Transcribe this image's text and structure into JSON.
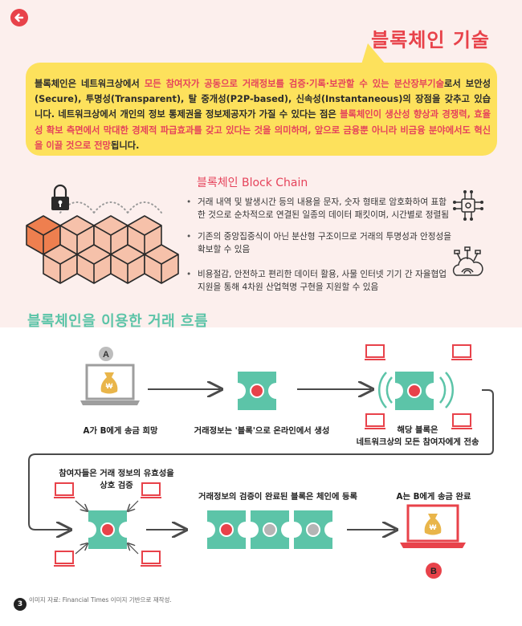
{
  "header": {
    "title": "블록체인 기술"
  },
  "intro": {
    "p1": "블록체인은 네트워크상에서 ",
    "h1": "모든 참여자가 공동으로 거래정보를 검증·기록·보관할 수 있는 분산장부기술",
    "p2": "로서 보안성(Secure), 투명성(Transparent), 탈 중개성(P2P-based), 신속성(Instantaneous)의 장점을 갖추고 있습니다. 네트워크상에서 개인의 정보 통제권을 정보제공자가 가질 수 있다는 점은 ",
    "h2": "블록체인이 생산성 향상과 경쟁력, 효율성 확보 측면에서 막대한 경제적 파급효과를 갖고 있다는 것을 의미하며, 앞으로 금융뿐 아니라 비금융 분야에서도 혁신을 이끌 것으로 전망",
    "p3": "됩니다."
  },
  "block_chain": {
    "title": "블록체인 Block Chain",
    "bullets": [
      "거래 내역 및 발생시간 등의 내용을 문자, 숫자 형태로 암호화하여 표함한 것으로 순차적으로 연결된 일종의 데이터 패킷이며, 시간별로 정렬됨",
      "기존의 중앙집중식이 아닌 분산형 구조이므로 거래의 투명성과 안정성을 확보할 수 있음",
      "비용절감, 안전하고 편리한 데이터 활용, 사물 인터넷 기기 간 자율협업 지원을 통해 4차원 산업혁명 구현을 지원할 수 있음"
    ]
  },
  "flow": {
    "title": "블록체인을 이용한 거래 흐름",
    "label_a": "A",
    "label_b": "B",
    "money_symbol": "₩",
    "steps": [
      "A가 B에게 송금 희망",
      "거래정보는 '블록'으로 온라인에서 생성",
      "해당 블록은",
      "네트워크상의 모든 참여자에게 전송",
      "참여자들은 거래 정보의 유효성을",
      "상호 검증",
      "거래정보의 검증이 완료된 블록은 체인에 등록",
      "A는 B에게 송금 완료"
    ]
  },
  "footer": {
    "page": "3",
    "source": "이미지 자료: Financial Times 이미지 기반으로 재작성."
  },
  "colors": {
    "accent_red": "#e8424a",
    "highlight_yellow": "#fde15c",
    "puzzle_green": "#5cc4a8",
    "cube_orange": "#ee7f4f",
    "cube_peach": "#f6c1aa"
  }
}
